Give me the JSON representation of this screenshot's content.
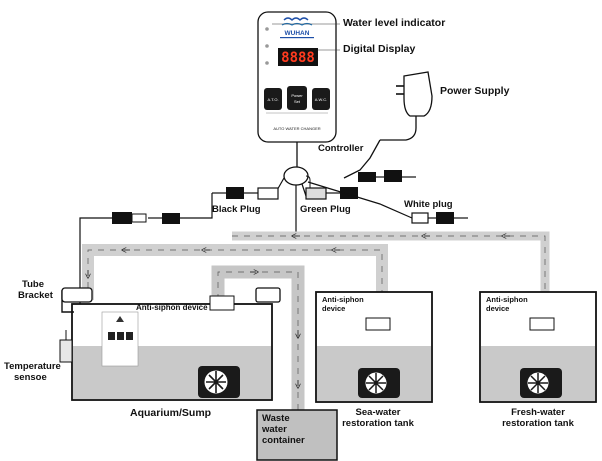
{
  "labels": {
    "water_level_indicator": "Water level indicator",
    "digital_display": "Digital Display",
    "power_supply": "Power Supply",
    "controller": "Controller",
    "black_plug": "Black Plug",
    "green_plug": "Green Plug",
    "white_plug": "White plug",
    "tube_bracket_1": "Tube",
    "tube_bracket_2": "Bracket",
    "temperature_1": "Temperature",
    "temperature_2": "sensoe",
    "anti_siphon_main": "Anti-siphon device",
    "anti_siphon_sea_1": "Anti-siphon",
    "anti_siphon_sea_2": "device",
    "anti_siphon_fresh_1": "Anti-siphon",
    "anti_siphon_fresh_2": "device",
    "aquarium": "Aquarium/Sump",
    "waste_1": "Waste",
    "waste_2": "water",
    "waste_3": "container",
    "sea_1": "Sea-water",
    "sea_2": "restoration tank",
    "fresh_1": "Fresh-water",
    "fresh_2": "restoration tank"
  },
  "controller": {
    "brand": "WUHAN",
    "display": "8888",
    "btn_left": "A.T.O.",
    "btn_middle_1": "Power",
    "btn_middle_2": "Set",
    "btn_right": "A.W.C.",
    "footer": "AUTO WATER CHANGER"
  },
  "colors": {
    "water": "#c9c9c9",
    "tube": "#cfcfcf",
    "display_bg": "#111111",
    "display_digits": "#ff3b1f",
    "outline": "#111111"
  }
}
